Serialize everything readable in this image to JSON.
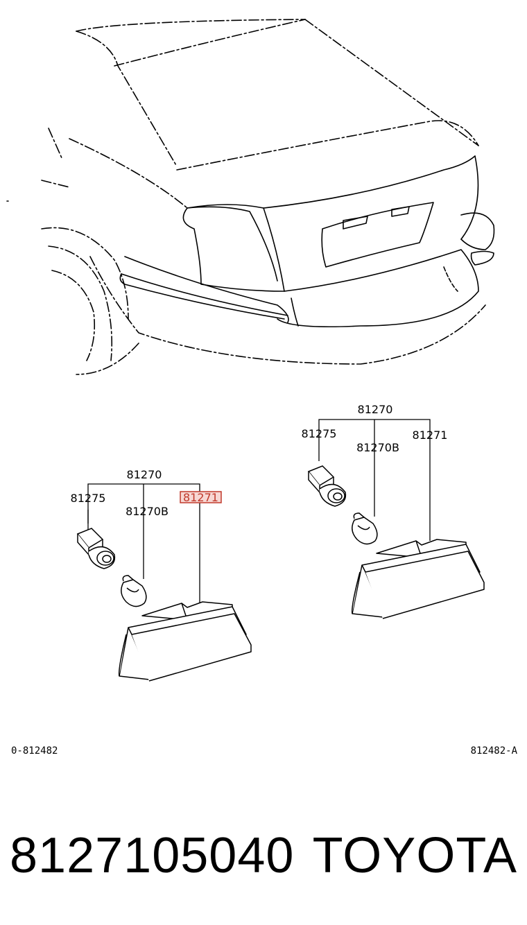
{
  "callouts": {
    "left": {
      "assembly": "81270",
      "socket": "81275",
      "bulb": "81270B",
      "lens": "81271"
    },
    "right": {
      "assembly": "81270",
      "socket": "81275",
      "bulb": "81270B",
      "lens": "81271"
    }
  },
  "diagram_codes": {
    "left": "0-812482",
    "right": "812482-A"
  },
  "footer": {
    "part_number": "8127105040",
    "brand": "TOYOTA"
  },
  "colors": {
    "highlight": "#c0392b",
    "line": "#000000",
    "background": "#ffffff"
  }
}
